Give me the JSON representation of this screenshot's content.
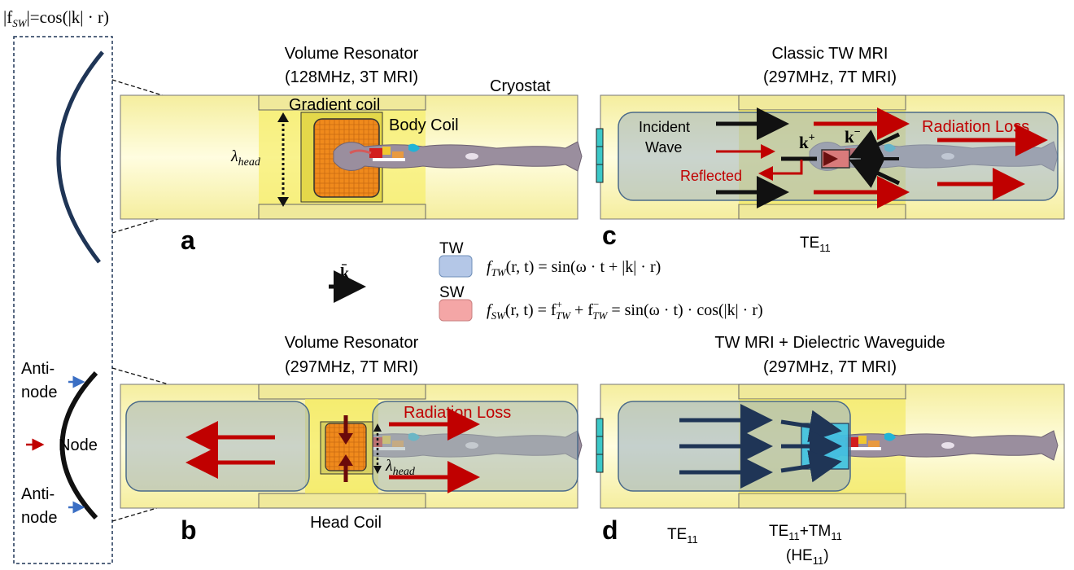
{
  "side_panel": {
    "formula": "|f",
    "formula_sub": "SW",
    "formula_rest": "|=cos(|k| · r)",
    "antinode_top": [
      "Anti-",
      "node"
    ],
    "node": "Node",
    "antinode_bottom": [
      "Anti-",
      "node"
    ]
  },
  "panel_a": {
    "title_line1": "Volume Resonator",
    "title_line2": "(128MHz, 3T MRI)",
    "cryostat": "Cryostat",
    "gradient_coil": "Gradient coil",
    "body_coil": "Body Coil",
    "lambda": "λ",
    "lambda_sub": "head",
    "letter": "a"
  },
  "panel_b": {
    "title_line1": "Volume Resonator",
    "title_line2": "(297MHz, 7T MRI)",
    "radiation_loss": "Radiation Loss",
    "lambda": "λ",
    "lambda_sub": "head",
    "head_coil": "Head Coil",
    "letter": "b"
  },
  "panel_c": {
    "title_line1": "Classic TW MRI",
    "title_line2": "(297MHz, 7T MRI)",
    "incident_line1": "Incident",
    "incident_line2": "Wave",
    "k_plus": "k",
    "k_plus_sup": "+",
    "k_minus": "k",
    "k_minus_sup": "−",
    "radiation_loss": "Radiation Loss",
    "reflected": "Reflected",
    "mode": "TE",
    "mode_sub": "11",
    "letter": "c"
  },
  "panel_d": {
    "title_line1": "TW MRI + Dielectric Waveguide",
    "title_line2": "(297MHz, 7T MRI)",
    "mode1": "TE",
    "mode1_sub": "11",
    "mode2a": "TE",
    "mode2a_sub": "11",
    "mode2b": "+TM",
    "mode2b_sub": "11",
    "mode3_open": "(HE",
    "mode3_sub": "11",
    "mode3_close": ")",
    "letter": "d"
  },
  "legend": {
    "k_vector": "k",
    "tw_label": "TW",
    "tw_color": "#b4c7e7",
    "sw_label": "SW",
    "sw_color": "#f4a6a6",
    "tw_eq": "f",
    "tw_eq_sub": "TW",
    "tw_eq_rest": "(r, t)  = sin(ω · t  +  |k| · r)",
    "sw_eq": "f",
    "sw_eq_sub": "SW",
    "sw_eq_rest": "(r, t) =  f",
    "sw_eq_p1": "+",
    "sw_eq_p1sub": "TW",
    "sw_eq_mid": "  +  f",
    "sw_eq_p2": "−",
    "sw_eq_p2sub": "TW",
    "sw_eq_end": "  = sin(ω · t)  · cos(|k| · r)"
  },
  "colors": {
    "bore": "#fdf8c4",
    "bore_dark": "#e9e396",
    "coil": "#e8e27a",
    "tw_box": "#b4c7d9",
    "navy": "#1f3556",
    "red_arrow": "#c00000",
    "orange_coil": "#f28b1e"
  }
}
